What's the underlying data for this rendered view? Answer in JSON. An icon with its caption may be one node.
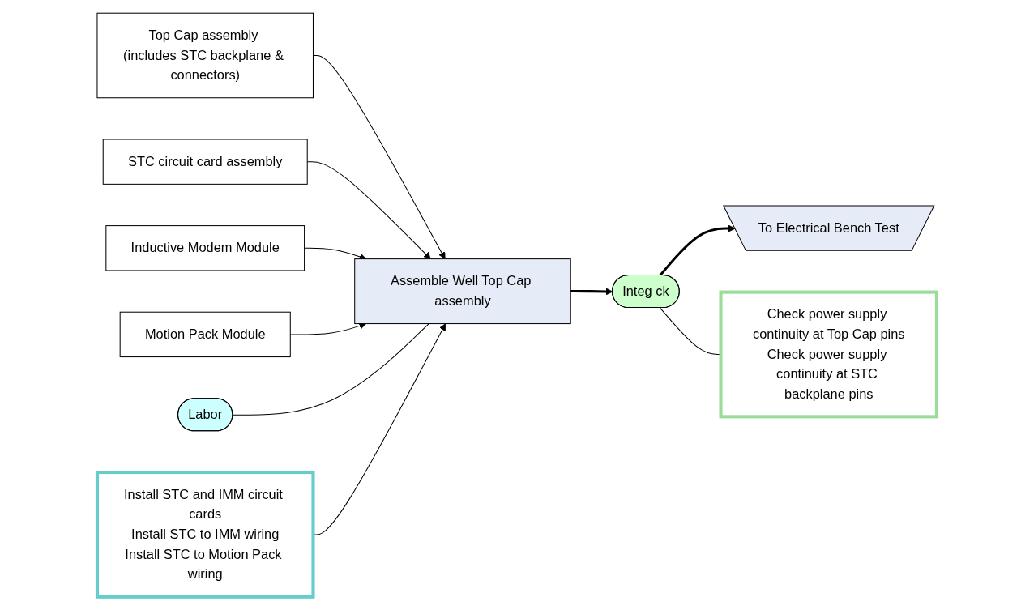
{
  "diagram": {
    "nodes": [
      {
        "text": [
          "Top Cap assembly (includes STC backplane & connectors)"
        ]
      },
      {
        "text": [
          "STC circuit card assembly"
        ]
      },
      {
        "text": [
          "Inductive Modem Module"
        ]
      },
      {
        "text": [
          "Motion Pack Module"
        ]
      },
      {
        "text": [
          "Labor"
        ]
      },
      {
        "text": [
          "Assemble Well Top Cap assembly"
        ]
      },
      {
        "text": [
          "Install STC and IMM circuit cards",
          "Install STC to IMM wiring",
          "Install STC to Motion Pack wiring"
        ]
      },
      {
        "text": [
          "Integ ck"
        ]
      },
      {
        "text": [
          "Check power supply continuity at Top Cap pins",
          "Check power supply continuity at STC backplane pins"
        ]
      },
      {
        "text": [
          "To Electrical Bench Test"
        ]
      }
    ],
    "edges": [
      {
        "from": 0,
        "to": 5,
        "arrow": "to"
      },
      {
        "from": 1,
        "to": 5,
        "arrow": "to"
      },
      {
        "from": 2,
        "to": 5,
        "arrow": "to"
      },
      {
        "from": 3,
        "to": 5,
        "arrow": "to"
      },
      {
        "from": 4,
        "to": 5,
        "arrow": "none"
      },
      {
        "from": 6,
        "to": 5,
        "arrow": "to"
      },
      {
        "from": 5,
        "to": 7,
        "arrow": "to",
        "style": "thick"
      },
      {
        "from": 7,
        "to": 9,
        "arrow": "to",
        "style": "thick"
      },
      {
        "from": 8,
        "to": 7,
        "arrow": "none"
      }
    ]
  }
}
